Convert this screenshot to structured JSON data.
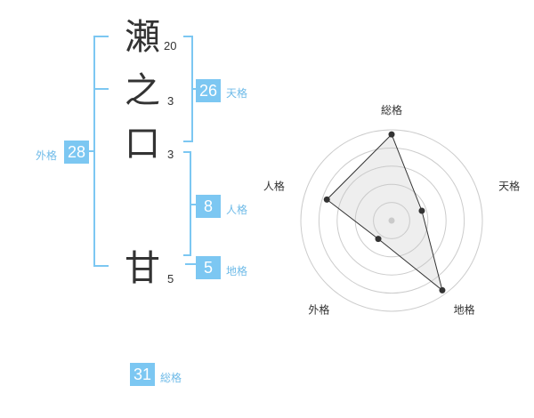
{
  "name": {
    "chars": [
      {
        "char": "瀬",
        "strokes": "20"
      },
      {
        "char": "之",
        "strokes": "3"
      },
      {
        "char": "口",
        "strokes": "3"
      },
      {
        "char": "甘",
        "strokes": "5"
      }
    ]
  },
  "scores": {
    "tenkaku": {
      "value": "26",
      "label": "天格"
    },
    "jinkaku": {
      "value": "8",
      "label": "人格"
    },
    "chikaku": {
      "value": "5",
      "label": "地格"
    },
    "gaikaku": {
      "value": "28",
      "label": "外格"
    },
    "soukaku": {
      "value": "31",
      "label": "総格"
    }
  },
  "colors": {
    "accent": "#7cc7f2",
    "bracket": "#7cc7f2",
    "label": "#6fbbe8",
    "text": "#333333"
  },
  "chart_data": {
    "type": "radar",
    "axes": [
      "総格",
      "天格",
      "地格",
      "外格",
      "人格"
    ],
    "values": [
      0.95,
      0.35,
      0.95,
      0.25,
      0.75
    ],
    "rings": 5,
    "max": 1
  }
}
